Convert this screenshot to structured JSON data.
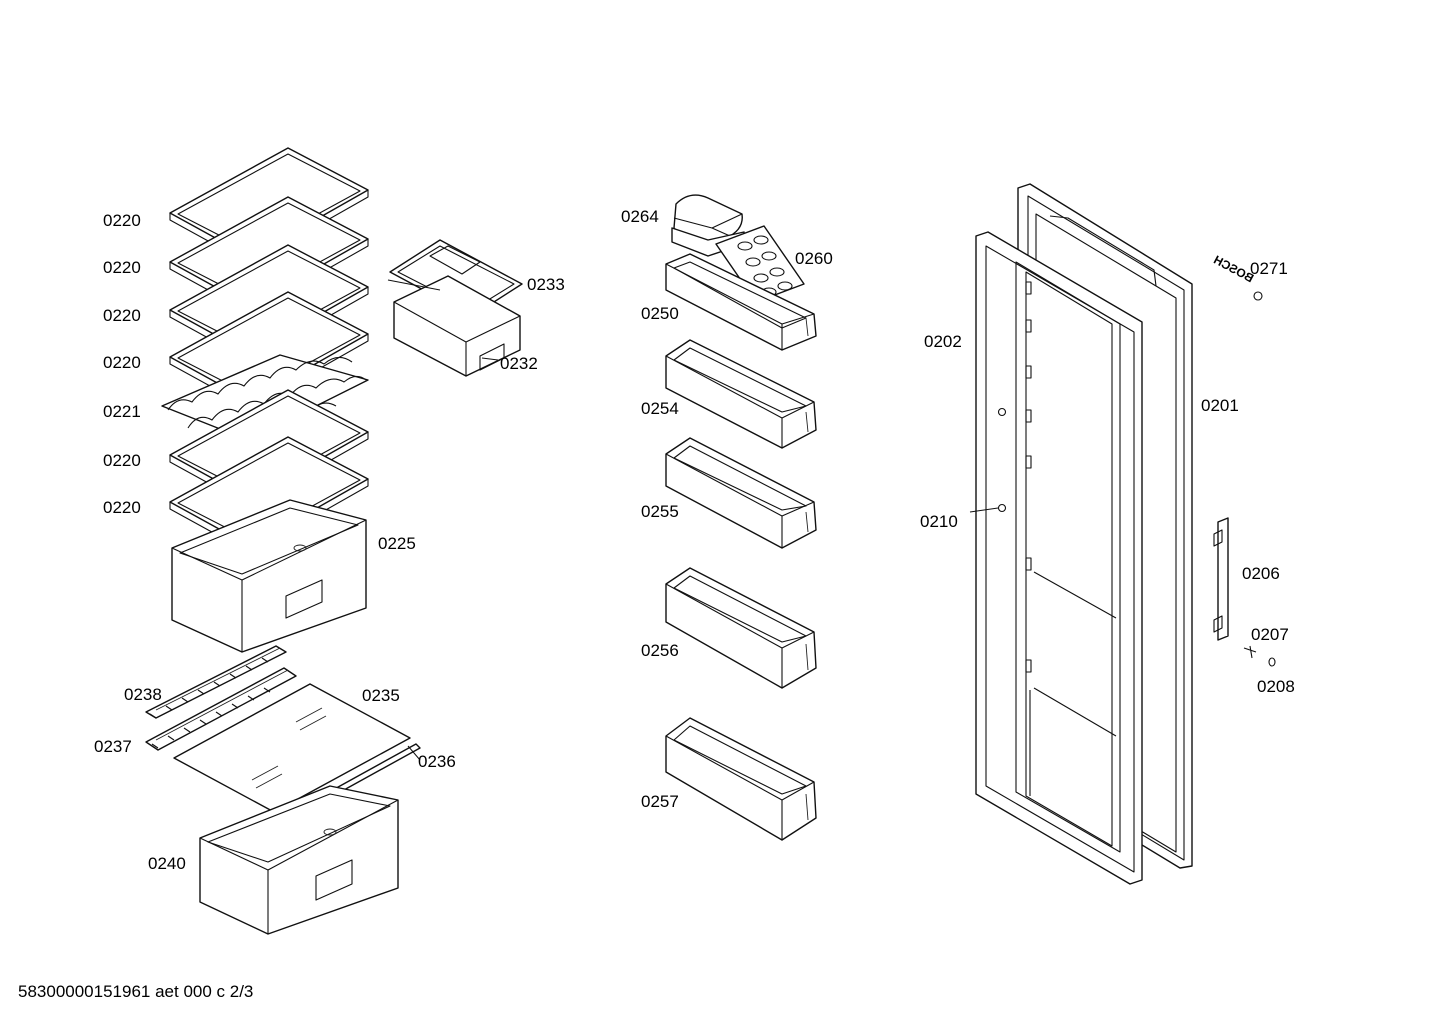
{
  "parts": [
    {
      "id": "p1",
      "label": "0220"
    },
    {
      "id": "p2",
      "label": "0220"
    },
    {
      "id": "p3",
      "label": "0220"
    },
    {
      "id": "p4",
      "label": "0220"
    },
    {
      "id": "p5",
      "label": "0221"
    },
    {
      "id": "p6",
      "label": "0220"
    },
    {
      "id": "p7",
      "label": "0220"
    },
    {
      "id": "p8",
      "label": "0225"
    },
    {
      "id": "p9",
      "label": "0233"
    },
    {
      "id": "p10",
      "label": "0232"
    },
    {
      "id": "p11",
      "label": "0238"
    },
    {
      "id": "p12",
      "label": "0235"
    },
    {
      "id": "p13",
      "label": "0237"
    },
    {
      "id": "p14",
      "label": "0236"
    },
    {
      "id": "p15",
      "label": "0240"
    },
    {
      "id": "p16",
      "label": "0264"
    },
    {
      "id": "p17",
      "label": "0260"
    },
    {
      "id": "p18",
      "label": "0250"
    },
    {
      "id": "p19",
      "label": "0254"
    },
    {
      "id": "p20",
      "label": "0255"
    },
    {
      "id": "p21",
      "label": "0256"
    },
    {
      "id": "p22",
      "label": "0257"
    },
    {
      "id": "p23",
      "label": "0202"
    },
    {
      "id": "p24",
      "label": "0271"
    },
    {
      "id": "p25",
      "label": "0201"
    },
    {
      "id": "p26",
      "label": "0210"
    },
    {
      "id": "p27",
      "label": "0206"
    },
    {
      "id": "p28",
      "label": "0207"
    },
    {
      "id": "p29",
      "label": "0208"
    }
  ],
  "logo_text": "BOSCH",
  "footer": "58300000151961 aet 000 c 2/3"
}
